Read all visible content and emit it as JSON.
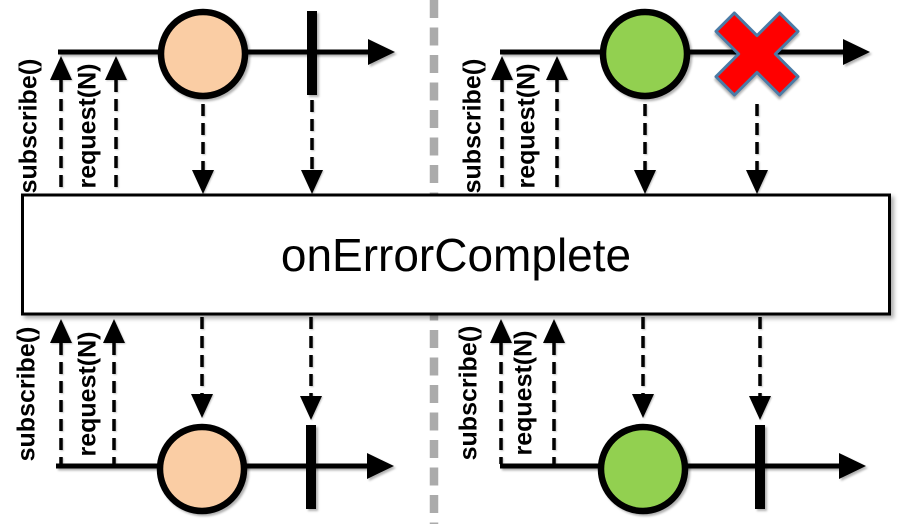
{
  "operator": {
    "label": "onErrorComplete"
  },
  "signal_labels": {
    "subscribe": "subscribe()",
    "request": "request(N)"
  },
  "colors": {
    "value_marble": "#FACDA4",
    "success_marble": "#92D050",
    "error_fill": "#FF0000",
    "error_outline": "#4A7BA6",
    "divider": "#ABABAB",
    "box_fill": "#FFFFFF",
    "ink": "#000000"
  },
  "panels": {
    "top_left": {
      "role": "upstream-source-left",
      "events": [
        "value-marble",
        "complete-bar"
      ]
    },
    "top_right": {
      "role": "upstream-source-right",
      "events": [
        "value-marble",
        "error-cross"
      ]
    },
    "bottom_left": {
      "role": "downstream-result-left",
      "events": [
        "value-marble",
        "complete-bar"
      ]
    },
    "bottom_right": {
      "role": "downstream-result-right",
      "events": [
        "value-marble",
        "complete-bar"
      ]
    }
  }
}
